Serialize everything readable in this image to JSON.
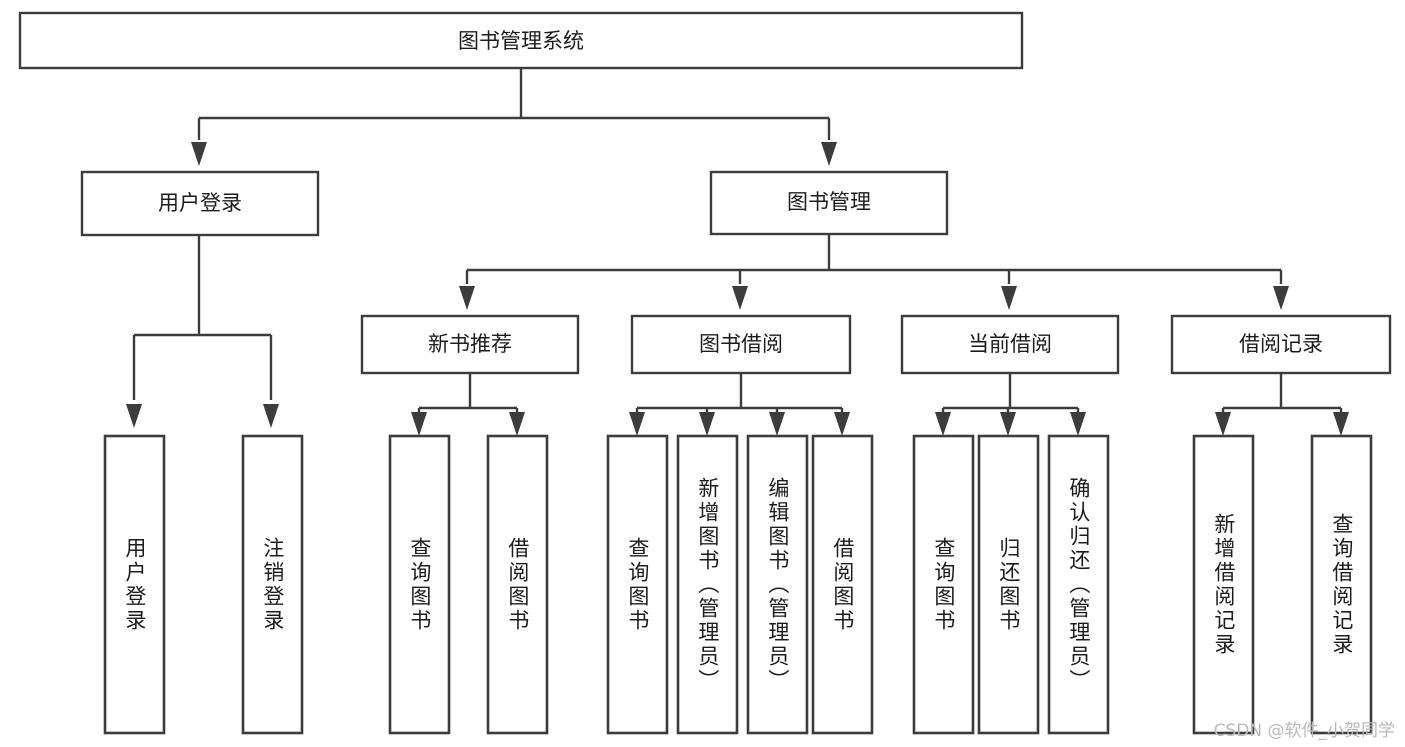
{
  "diagram": {
    "type": "tree",
    "title": "图书管理系统",
    "orientation": "top-down",
    "theme": {
      "box_fill": "#ffffff",
      "box_stroke": "#3c3c3c",
      "text_color": "#1c1c1c",
      "background": "#ffffff",
      "watermark_color": "#b9b9b9"
    },
    "nodes": {
      "root": {
        "label": "图书管理系统",
        "level": 0,
        "orientation": "horizontal"
      },
      "l1": [
        {
          "id": "user-login",
          "label": "用户登录",
          "level": 1,
          "orientation": "horizontal"
        },
        {
          "id": "book-manage",
          "label": "图书管理",
          "level": 1,
          "orientation": "horizontal"
        }
      ],
      "l2": [
        {
          "id": "new-book-rec",
          "label": "新书推荐",
          "level": 2,
          "orientation": "horizontal",
          "parent": "book-manage"
        },
        {
          "id": "book-borrow",
          "label": "图书借阅",
          "level": 2,
          "orientation": "horizontal",
          "parent": "book-manage"
        },
        {
          "id": "current-borrow",
          "label": "当前借阅",
          "level": 2,
          "orientation": "horizontal",
          "parent": "book-manage"
        },
        {
          "id": "borrow-record",
          "label": "借阅记录",
          "level": 2,
          "orientation": "horizontal",
          "parent": "book-manage"
        }
      ],
      "leaves": [
        {
          "id": "leaf-user-login",
          "label": "用户登录",
          "parent": "user-login",
          "orientation": "vertical"
        },
        {
          "id": "leaf-user-logout",
          "label": "注销登录",
          "parent": "user-login",
          "orientation": "vertical"
        },
        {
          "id": "leaf-query-book-1",
          "label": "查询图书",
          "parent": "new-book-rec",
          "orientation": "vertical"
        },
        {
          "id": "leaf-borrow-book-1",
          "label": "借阅图书",
          "parent": "new-book-rec",
          "orientation": "vertical"
        },
        {
          "id": "leaf-query-book-2",
          "label": "查询图书",
          "parent": "book-borrow",
          "orientation": "vertical"
        },
        {
          "id": "leaf-add-book",
          "label": "新增图书（管理员）",
          "parent": "book-borrow",
          "orientation": "vertical"
        },
        {
          "id": "leaf-edit-book",
          "label": "编辑图书（管理员）",
          "parent": "book-borrow",
          "orientation": "vertical"
        },
        {
          "id": "leaf-borrow-book-2",
          "label": "借阅图书",
          "parent": "book-borrow",
          "orientation": "vertical"
        },
        {
          "id": "leaf-query-book-3",
          "label": "查询图书",
          "parent": "current-borrow",
          "orientation": "vertical"
        },
        {
          "id": "leaf-return-book",
          "label": "归还图书",
          "parent": "current-borrow",
          "orientation": "vertical"
        },
        {
          "id": "leaf-confirm-return",
          "label": "确认归还（管理员）",
          "parent": "current-borrow",
          "orientation": "vertical"
        },
        {
          "id": "leaf-add-record",
          "label": "新增借阅记录",
          "parent": "borrow-record",
          "orientation": "vertical"
        },
        {
          "id": "leaf-query-record",
          "label": "查询借阅记录",
          "parent": "borrow-record",
          "orientation": "vertical"
        }
      ]
    }
  },
  "watermark": {
    "text": "CSDN @软件_小贺同学"
  }
}
